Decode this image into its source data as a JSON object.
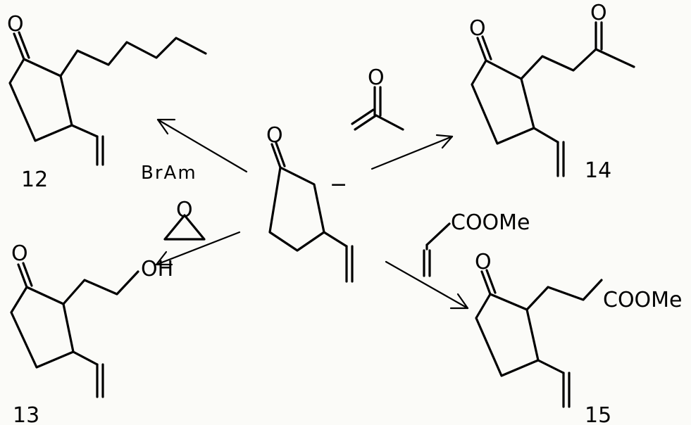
{
  "compounds": {
    "c12": {
      "label": "12",
      "oxygen": "O"
    },
    "c13": {
      "label": "13",
      "oxygen": "O",
      "hydroxyl": "OH"
    },
    "c14": {
      "label": "14",
      "oxygen": "O",
      "side_oxygen": "O"
    },
    "c15": {
      "label": "15",
      "oxygen": "O",
      "ester": "COOMe"
    },
    "anion": {
      "oxygen": "O",
      "charge": "−"
    }
  },
  "reagents": {
    "bromide": "BrAm",
    "epoxide_oxygen": "O",
    "mvk_oxygen": "O",
    "acrylate_ester": "COOMe"
  }
}
